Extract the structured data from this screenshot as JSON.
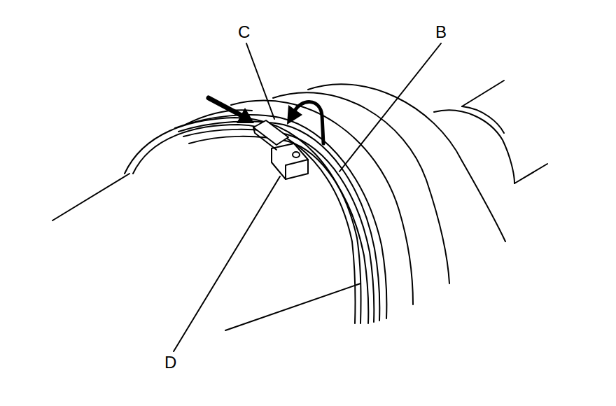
{
  "diagram": {
    "labels": [
      "C",
      "B",
      "D"
    ]
  }
}
